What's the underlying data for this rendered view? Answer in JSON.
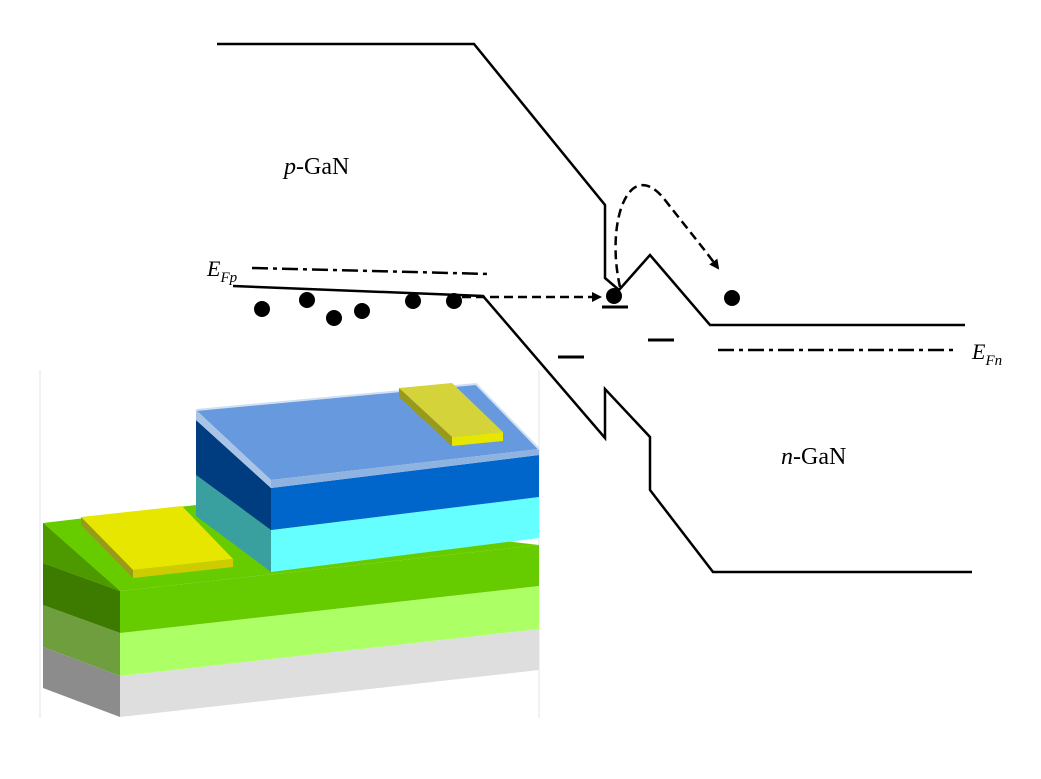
{
  "labels": {
    "p_region": {
      "italic": "p",
      "rest": "-GaN"
    },
    "n_region": {
      "italic": "n",
      "rest": "-GaN"
    },
    "fermi_p": {
      "main": "E",
      "sub": "Fp"
    },
    "fermi_n": {
      "main": "E",
      "sub": "Fn"
    }
  },
  "colors": {
    "line": "#000000",
    "substrate": "#dedede",
    "layer_light_green": "#adff66",
    "layer_green": "#66cc00",
    "layer_cyan": "#66ffff",
    "layer_blue": "#0066cc",
    "layer_top_blue": "#6699dd",
    "contact_yellow": "#e6e600",
    "transparent_cap": "#c6ddf2"
  }
}
